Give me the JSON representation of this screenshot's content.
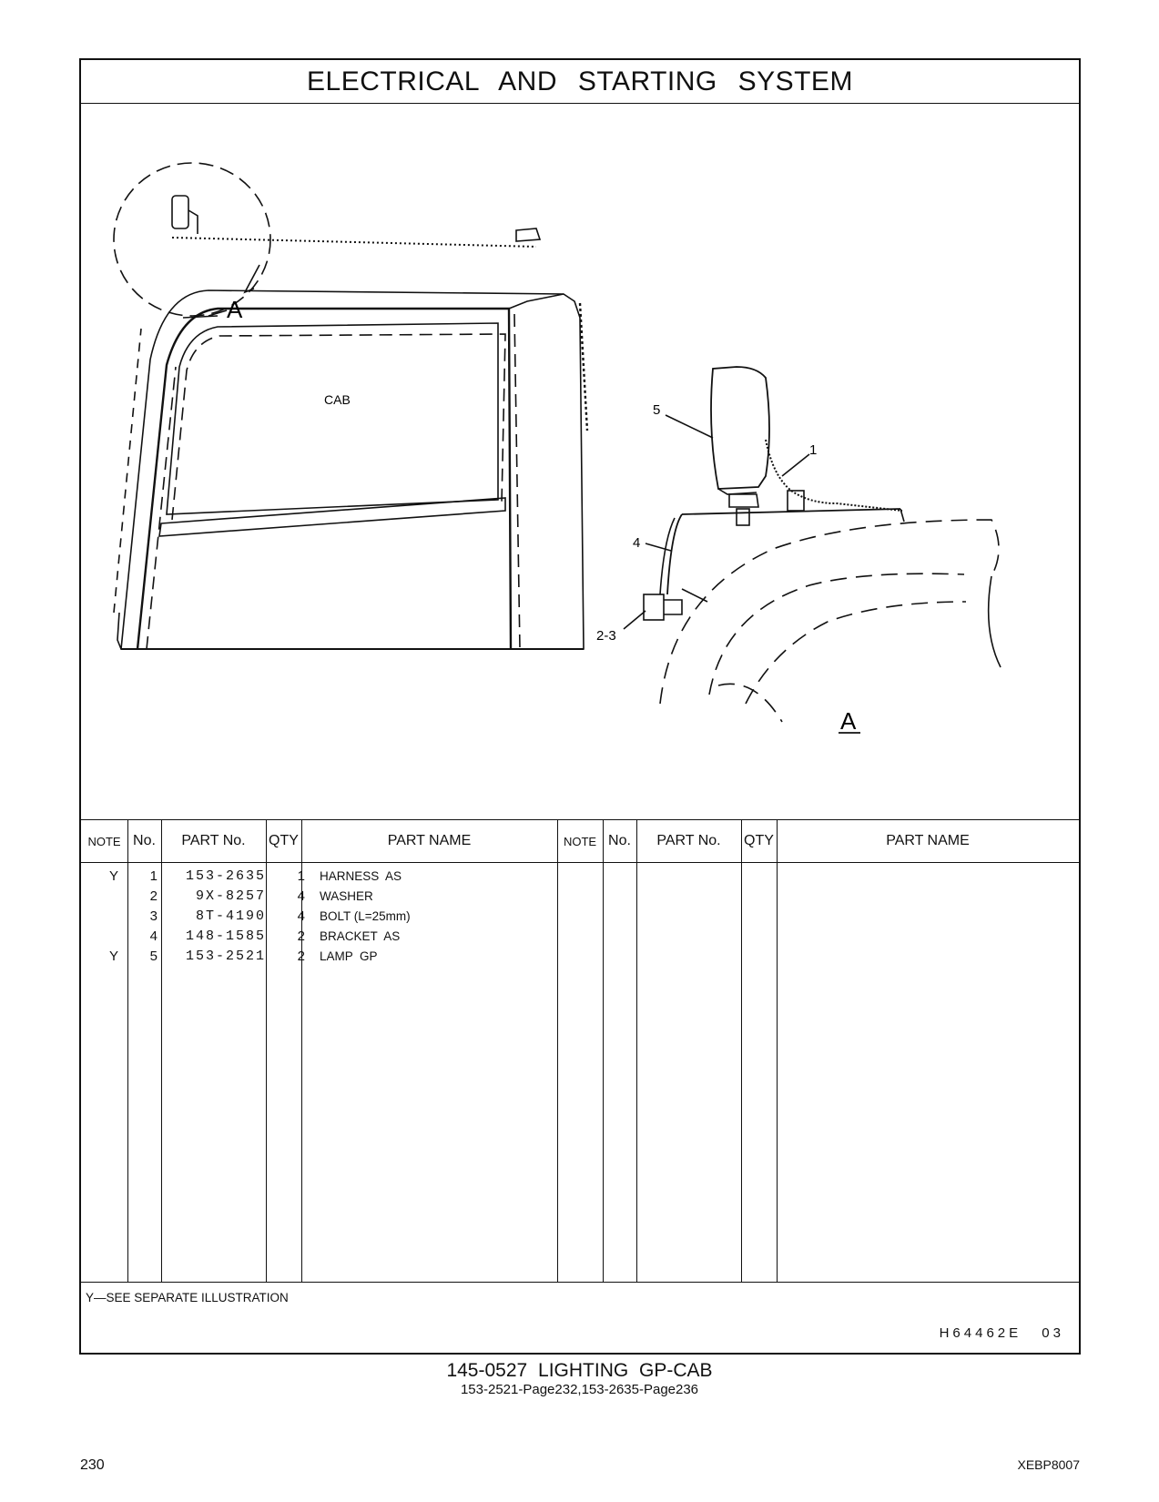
{
  "page": {
    "title": "ELECTRICAL AND STARTING SYSTEM",
    "group_title": "145-0527 LIGHTING GP-CAB",
    "group_refs": "153-2521-Page232,153-2635-Page236",
    "page_number": "230",
    "doc_id": "XEBP8007",
    "illustration_code": "H64462E 03",
    "footnote": "Y—SEE SEPARATE ILLUSTRATION"
  },
  "illustration": {
    "cab_label": "CAB",
    "view_label": "A",
    "detail_label": "A",
    "callouts": {
      "c5": "5",
      "c1": "1",
      "c4": "4",
      "c23": "2-3"
    }
  },
  "table": {
    "headers": {
      "note": "NOTE",
      "no": "No.",
      "part_no": "PART No.",
      "qty": "QTY",
      "part_name": "PART NAME"
    },
    "rows": [
      {
        "note": "Y",
        "no": "1",
        "part_no": "153-2635",
        "qty": "1",
        "part_name": "HARNESS  AS"
      },
      {
        "note": "",
        "no": "2",
        "part_no": "9X-8257",
        "qty": "4",
        "part_name": "WASHER"
      },
      {
        "note": "",
        "no": "3",
        "part_no": "8T-4190",
        "qty": "4",
        "part_name": "BOLT (L=25mm)"
      },
      {
        "note": "",
        "no": "4",
        "part_no": "148-1585",
        "qty": "2",
        "part_name": "BRACKET  AS"
      },
      {
        "note": "Y",
        "no": "5",
        "part_no": "153-2521",
        "qty": "2",
        "part_name": "LAMP  GP"
      }
    ]
  }
}
